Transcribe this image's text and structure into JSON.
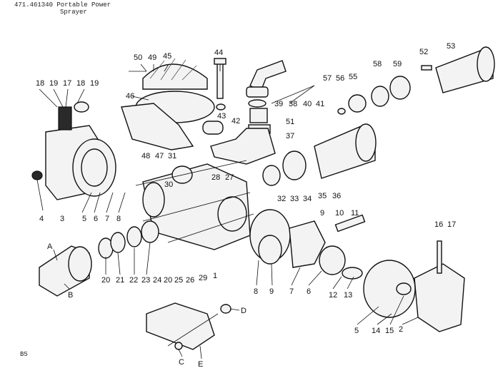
{
  "header": {
    "line1": "471.461340 Portable Power",
    "line2": "Sprayer"
  },
  "footer": {
    "page_mark": "B5"
  },
  "callouts": [
    "50",
    "49",
    "45",
    "44",
    "52",
    "53",
    "57",
    "56",
    "55",
    "58",
    "59",
    "18",
    "19",
    "17",
    "18",
    "19",
    "46",
    "39",
    "38",
    "40",
    "41",
    "43",
    "42",
    "51",
    "37",
    "48",
    "47",
    "31",
    "28",
    "27",
    "30",
    "32",
    "33",
    "34",
    "35",
    "36",
    "4",
    "3",
    "5",
    "6",
    "7",
    "8",
    "9",
    "10",
    "11",
    "16",
    "17",
    "A",
    "B",
    "20",
    "21",
    "22",
    "23",
    "24",
    "20",
    "25",
    "26",
    "29",
    "1",
    "8",
    "9",
    "7",
    "6",
    "12",
    "13",
    "5",
    "14",
    "15",
    "2",
    "D",
    "C",
    "E"
  ]
}
